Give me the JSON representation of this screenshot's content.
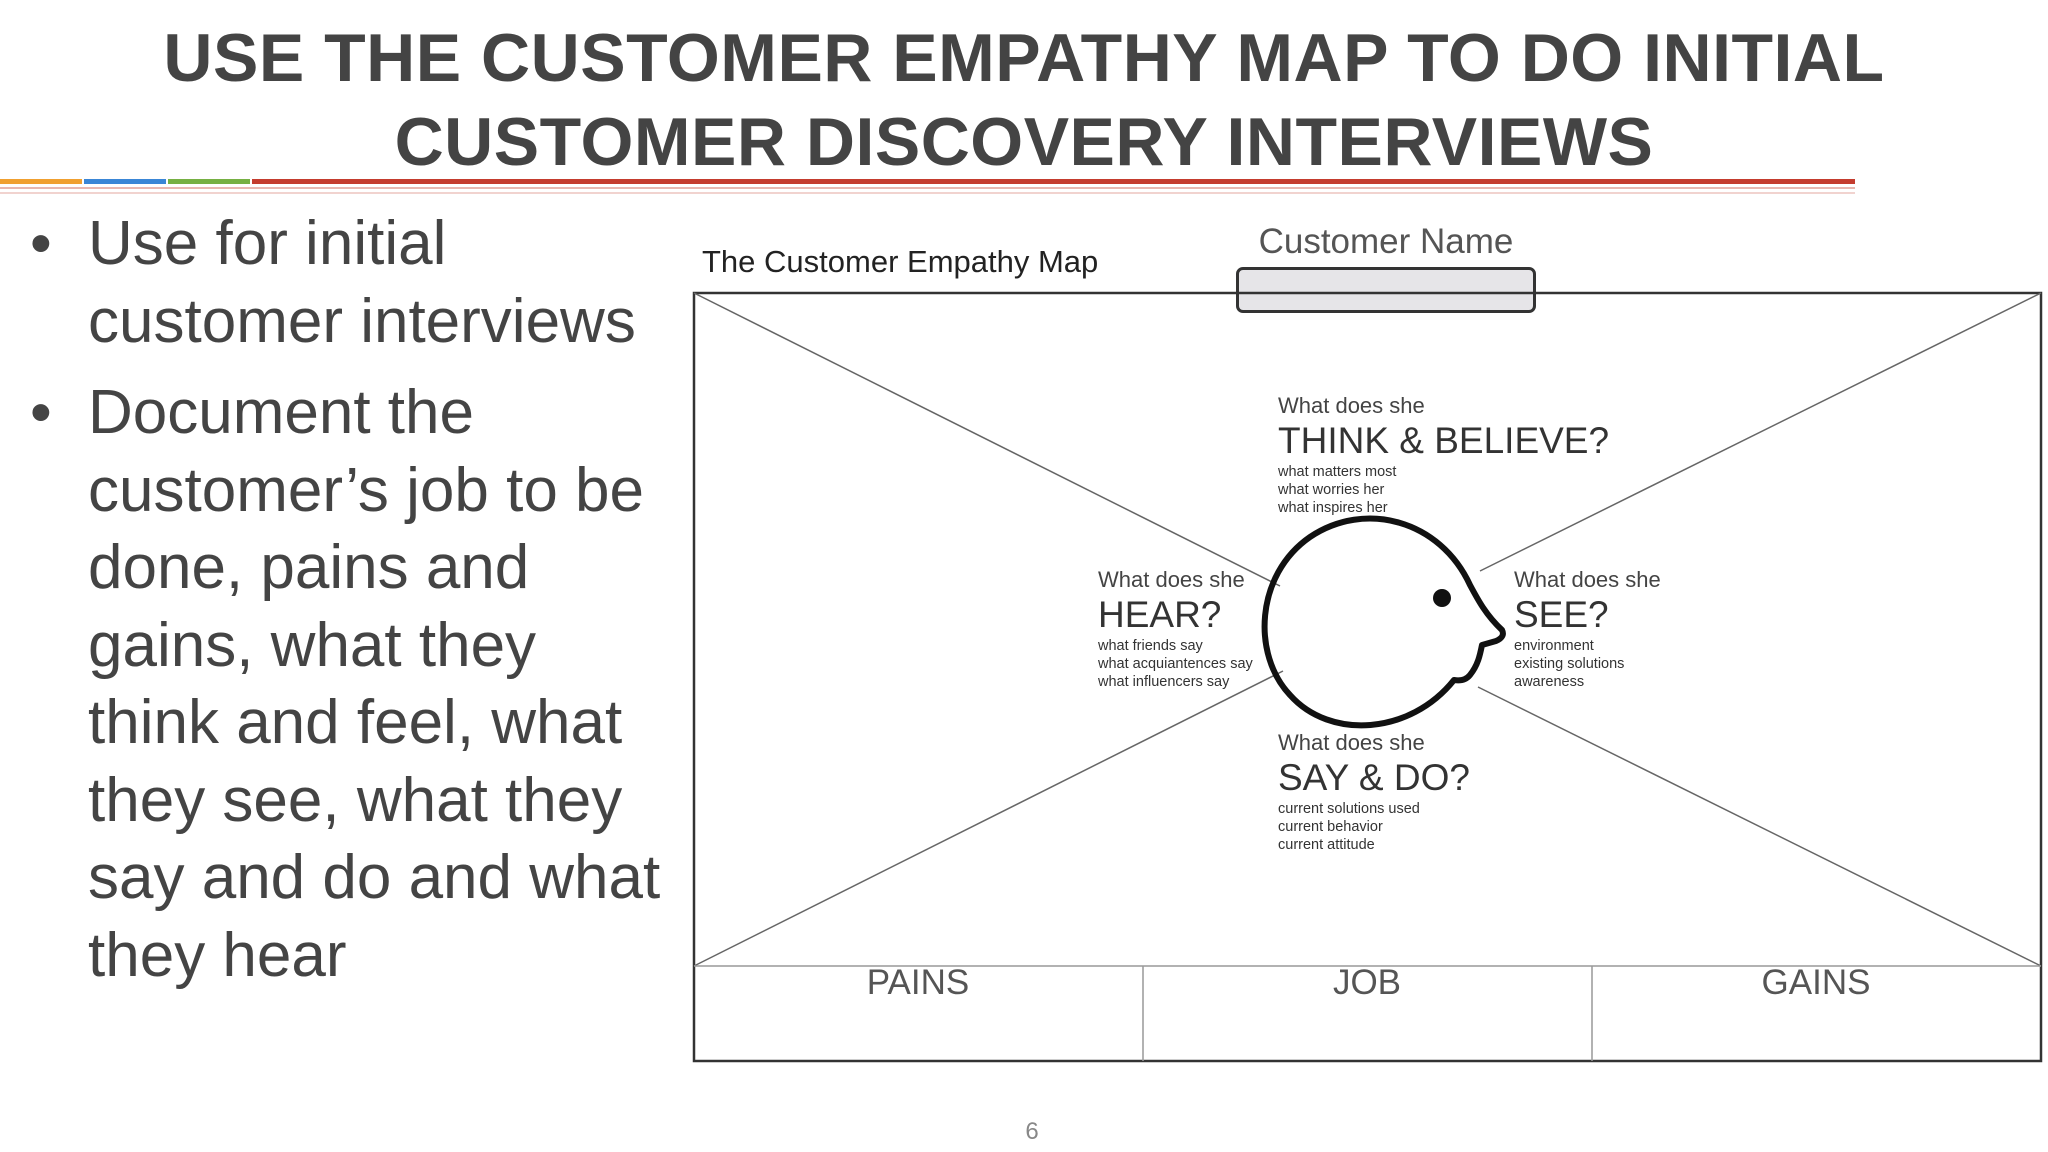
{
  "title": {
    "line1": "USE THE CUSTOMER EMPATHY MAP TO DO INITIAL",
    "line2": "CUSTOMER DISCOVERY INTERVIEWS"
  },
  "bullets": [
    "Use for initial customer interviews",
    "Document the customer’s job to be done, pains and gains, what they think and feel, what they see, what they say and do and what they hear"
  ],
  "map": {
    "title": "The Customer Empathy Map",
    "customer_name_label": "Customer Name",
    "think": {
      "question": "What does she",
      "heading": "THINK & BELIEVE?",
      "details": [
        "what matters most",
        "what worries her",
        "what inspires her"
      ]
    },
    "hear": {
      "question": "What does she",
      "heading": "HEAR?",
      "details": [
        "what friends say",
        "what acquiantences say",
        "what influencers say"
      ]
    },
    "see": {
      "question": "What does she",
      "heading": "SEE?",
      "details": [
        "environment",
        "existing solutions",
        "awareness"
      ]
    },
    "say": {
      "question": "What does she",
      "heading": "SAY & DO?",
      "details": [
        "current solutions used",
        "current behavior",
        "current attitude"
      ]
    },
    "sections": [
      "PAINS",
      "JOB",
      "GAINS"
    ]
  },
  "page_number": "6",
  "colors": {
    "title": "#444444",
    "rule_orange": "#f0a030",
    "rule_blue": "#3a86d6",
    "rule_green": "#76b043",
    "rule_red": "#c43c2e"
  }
}
